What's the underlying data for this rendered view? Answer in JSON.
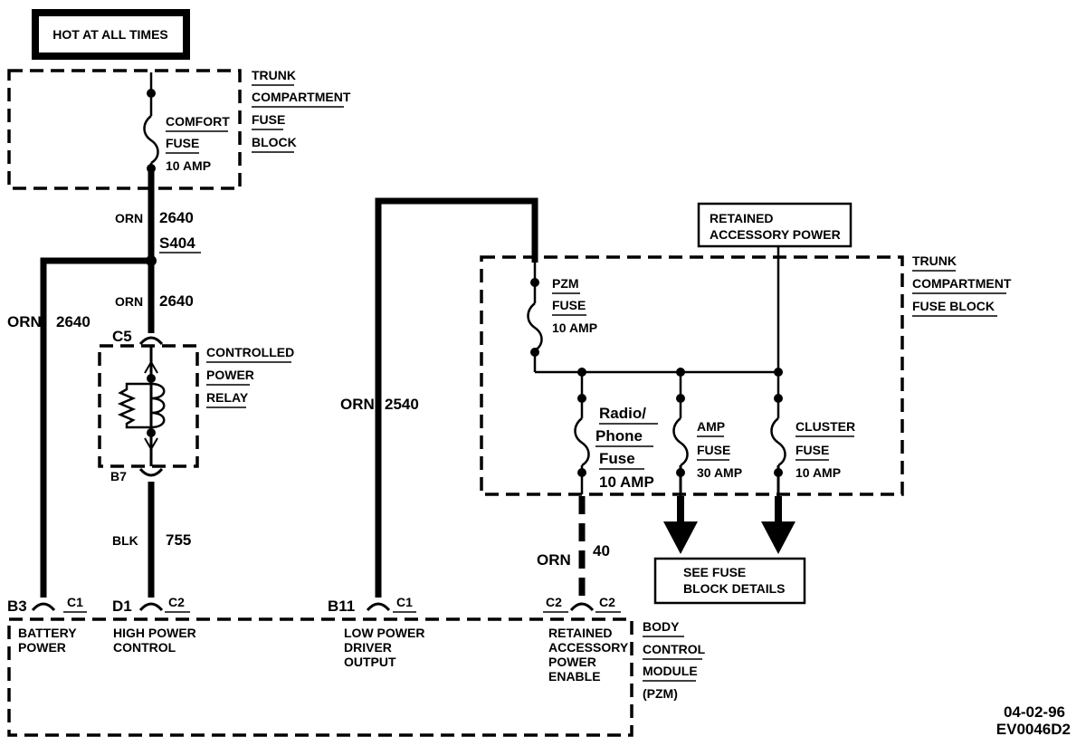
{
  "header": {
    "hot_label": "HOT AT ALL TIMES"
  },
  "trunk_fuse_block_left": {
    "lines": [
      "TRUNK",
      "COMPARTMENT",
      "FUSE",
      "BLOCK"
    ]
  },
  "comfort_fuse": {
    "lines": [
      "COMFORT",
      "FUSE"
    ],
    "rating": "10 AMP"
  },
  "wires": {
    "w1": {
      "color": "ORN",
      "circuit": "2640"
    },
    "splice": "S404",
    "w2": {
      "color": "ORN",
      "circuit": "2640"
    },
    "w3": {
      "color": "ORN",
      "circuit": "2640"
    },
    "w4": {
      "color": "BLK",
      "circuit": "755"
    },
    "w5": {
      "color": "ORN",
      "circuit": "2540"
    },
    "w6": {
      "color": "ORN",
      "circuit": "40"
    }
  },
  "relay": {
    "lines": [
      "CONTROLLED",
      "POWER",
      "RELAY"
    ],
    "conn_top": "C5",
    "conn_bottom": "B7"
  },
  "retained": {
    "lines": [
      "RETAINED",
      "ACCESSORY POWER"
    ]
  },
  "trunk_fuse_block_right": {
    "lines": [
      "TRUNK",
      "COMPARTMENT",
      "FUSE BLOCK"
    ]
  },
  "pzm_fuse": {
    "lines": [
      "PZM",
      "FUSE"
    ],
    "rating": "10 AMP"
  },
  "radio_fuse": {
    "lines": [
      "Radio/",
      "Phone",
      "Fuse"
    ],
    "rating": "10 AMP"
  },
  "amp_fuse": {
    "lines": [
      "AMP",
      "FUSE"
    ],
    "rating": "30 AMP"
  },
  "cluster_fuse": {
    "lines": [
      "CLUSTER",
      "FUSE"
    ],
    "rating": "10 AMP"
  },
  "see_fuse": {
    "lines": [
      "SEE FUSE",
      "BLOCK DETAILS"
    ]
  },
  "bcm": {
    "lines": [
      "BODY",
      "CONTROL",
      "MODULE",
      "(PZM)"
    ],
    "pins": [
      {
        "pin": "B3",
        "conn": "C1",
        "lines": [
          "BATTERY",
          "POWER"
        ]
      },
      {
        "pin": "D1",
        "conn": "C2",
        "lines": [
          "HIGH POWER",
          "CONTROL"
        ]
      },
      {
        "pin": "B11",
        "conn": "C1",
        "lines": [
          "LOW POWER",
          "DRIVER",
          "OUTPUT"
        ]
      },
      {
        "pin": "C2",
        "conn": "C2",
        "lines": [
          "RETAINED",
          "ACCESSORY",
          "POWER",
          "ENABLE"
        ]
      }
    ]
  },
  "footer": {
    "date": "04-02-96",
    "code": "EV0046D2"
  }
}
